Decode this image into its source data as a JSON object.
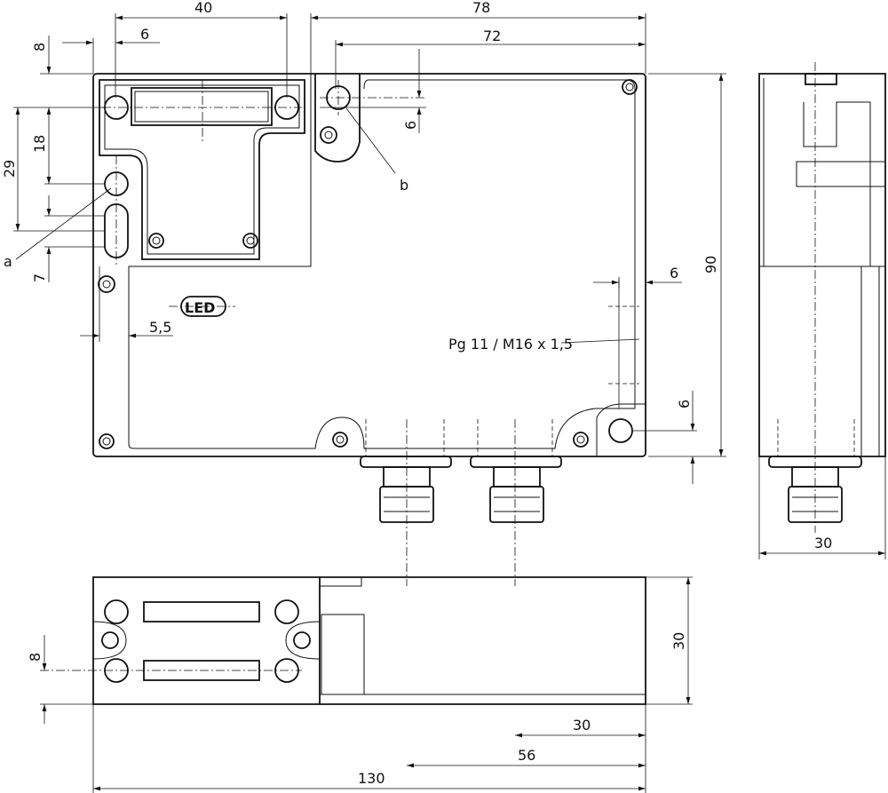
{
  "front_view": {
    "dim_40": "40",
    "dim_78": "78",
    "dim_6_top": "6",
    "dim_72": "72",
    "dim_8": "8",
    "dim_18": "18",
    "dim_29": "29",
    "label_a": "a",
    "dim_7": "7",
    "label_b": "b",
    "dim_6_b": "6",
    "led_label": "LED",
    "dim_5_5": "5,5",
    "thread_label": "Pg 11 / M16 x 1,5",
    "dim_6_right": "6",
    "dim_90": "90",
    "dim_6_bottom": "6"
  },
  "side_view": {
    "dim_30": "30"
  },
  "bottom_view": {
    "dim_8": "8",
    "dim_30_height": "30",
    "dim_30": "30",
    "dim_56": "56",
    "dim_130": "130"
  }
}
